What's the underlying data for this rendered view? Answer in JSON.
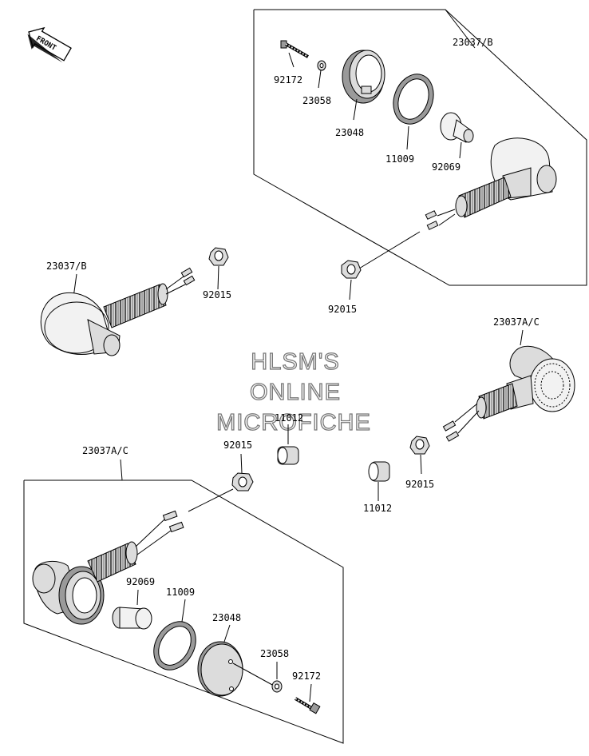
{
  "front_label": "FRONT",
  "watermark": [
    "HLSM'S",
    "ONLINE",
    "MICROFICHE"
  ],
  "parts": {
    "rear_right_assembly": "23037/B",
    "rear_left_assembly": "23037/B",
    "front_right_assembly": "23037A/C",
    "front_left_assembly": "23037A/C",
    "bolt_top": "92172",
    "washer_top": "23058",
    "lens_top": "23048",
    "gasket_top": "11009",
    "bulb_top": "92069",
    "nut_left_upper": "92015",
    "nut_center_upper": "92015",
    "nut_right": "92015",
    "nut_lower_left": "92015",
    "damper_center": "11012",
    "damper_right": "11012",
    "bulb_bottom": "92069",
    "gasket_bottom": "11009",
    "lens_bottom": "23048",
    "washer_bottom": "23058",
    "bolt_bottom": "92172"
  }
}
